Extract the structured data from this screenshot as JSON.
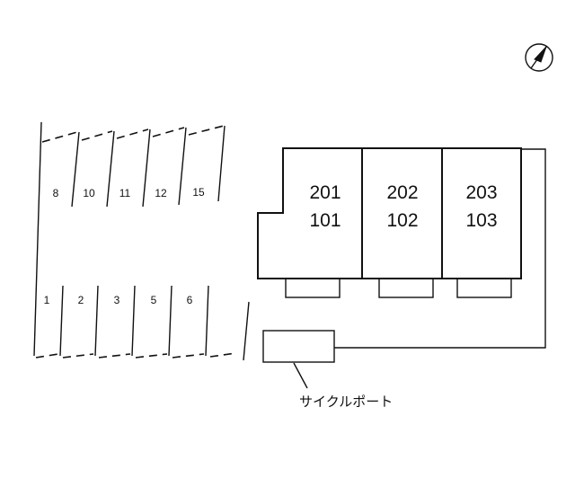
{
  "plan": {
    "top_row_numbers": [
      "8",
      "10",
      "11",
      "12",
      "15"
    ],
    "bottom_row_numbers": [
      "1",
      "2",
      "3",
      "5",
      "6"
    ],
    "units": [
      {
        "upper": "201",
        "lower": "101"
      },
      {
        "upper": "202",
        "lower": "102"
      },
      {
        "upper": "203",
        "lower": "103"
      }
    ],
    "cycle_port_label": "サイクルポート"
  },
  "icons": {
    "compass": "north-arrow-icon"
  },
  "colors": {
    "line": "#111111",
    "background": "#ffffff"
  }
}
